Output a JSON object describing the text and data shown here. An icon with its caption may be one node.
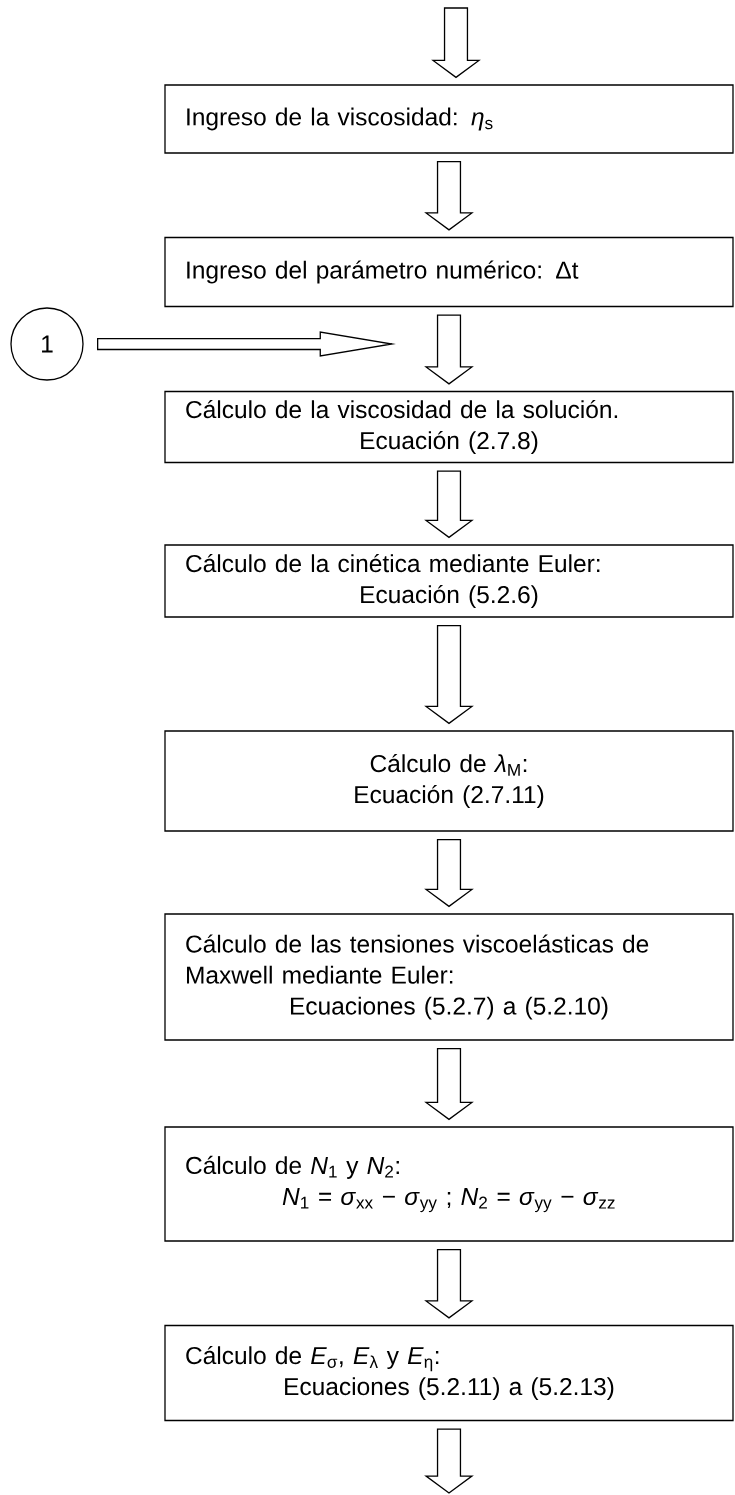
{
  "diagram": {
    "nodes": [
      {
        "text": [
          "Ingreso de la viscosidad: *η*$_{s}$"
        ]
      },
      {
        "text": [
          "Ingreso del parámetro numérico: Δt"
        ]
      },
      {
        "text": [
          "1"
        ]
      },
      {
        "text": [
          "Cálculo de la viscosidad de la solución.",
          "Ecuación (2.7.8)"
        ]
      },
      {
        "text": [
          "Cálculo de la cinética mediante Euler:",
          "Ecuación (5.2.6)"
        ]
      },
      {
        "text": [
          "Cálculo de *λ*$_{M}$:",
          "Ecuación (2.7.11)"
        ]
      },
      {
        "text": [
          "Cálculo de las tensiones viscoelásticas de Maxwell mediante Euler:",
          "Ecuaciones (5.2.7) a (5.2.10)"
        ]
      },
      {
        "text": [
          "Cálculo de *N*$_{1}$ y *N*$_{2}$:",
          "*N*$_{1}$ = *σ*$_{xx}$ − *σ*$_{yy}$  ;    *N*$_{2}$ = *σ*$_{yy}$ − *σ*$_{zz}$"
        ]
      },
      {
        "text": [
          "Cálculo de *E*$_{σ}$, *E*$_{λ}$ y *E*$_{η}$:",
          "Ecuaciones (5.2.11) a (5.2.13)"
        ]
      }
    ],
    "edges": [
      {
        "from": null,
        "to": 0,
        "arrow": "to"
      },
      {
        "from": 0,
        "to": 1,
        "arrow": "to"
      },
      {
        "from": 1,
        "to": 3,
        "arrow": "to"
      },
      {
        "from": 2,
        "to": null,
        "arrow": "to"
      },
      {
        "from": 3,
        "to": 4,
        "arrow": "to"
      },
      {
        "from": 4,
        "to": 5,
        "arrow": "to"
      },
      {
        "from": 5,
        "to": 6,
        "arrow": "to"
      },
      {
        "from": 6,
        "to": 7,
        "arrow": "to"
      },
      {
        "from": 7,
        "to": 8,
        "arrow": "to"
      },
      {
        "from": 8,
        "to": null,
        "arrow": "to"
      }
    ]
  }
}
